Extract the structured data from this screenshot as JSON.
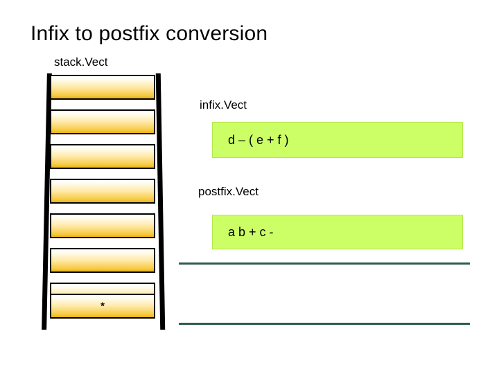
{
  "slide": {
    "title": "Infix to postfix conversion",
    "background_color": "#ffffff"
  },
  "labels": {
    "stack": "stack.Vect",
    "infix": "infix.Vect",
    "postfix": "postfix.Vect"
  },
  "stack": {
    "name": "stack.Vect",
    "cell_count": 8,
    "cells": [
      {
        "value": ""
      },
      {
        "value": ""
      },
      {
        "value": ""
      },
      {
        "value": ""
      },
      {
        "value": ""
      },
      {
        "value": ""
      },
      {
        "value": ""
      },
      {
        "value": "*"
      }
    ],
    "fill_top_color": "#ffffff",
    "fill_bottom_color": "#e9b317",
    "border_color": "#000000"
  },
  "expressions": {
    "infix": {
      "label": "infix.Vect",
      "text": "d – ( e + f )",
      "color": "#ccff66"
    },
    "postfix": {
      "label": "postfix.Vect",
      "text": "a b + c -",
      "color": "#ccff66"
    }
  },
  "rules": {
    "color": "#2d5c4d",
    "count": 2
  }
}
